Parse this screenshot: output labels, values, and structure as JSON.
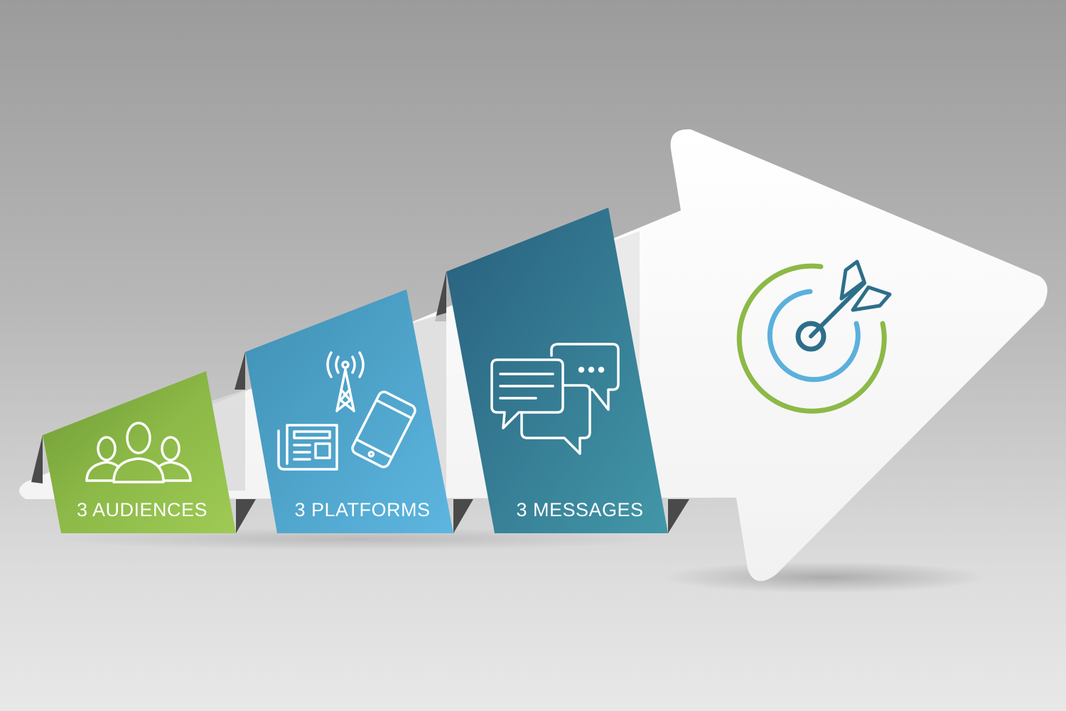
{
  "panels": [
    {
      "label": "3 AUDIENCES",
      "icon": "audience-group-icon",
      "color": "#8cb947"
    },
    {
      "label": "3 PLATFORMS",
      "icon": "media-platforms-icon",
      "color": "#4ea7cf"
    },
    {
      "label": "3 MESSAGES",
      "icon": "chat-bubbles-icon",
      "color": "#2f7894"
    }
  ],
  "goal": {
    "icon": "target-dart-icon"
  },
  "colors": {
    "green": "#8cb947",
    "light_blue": "#5bb0dc",
    "dark_teal": "#2d6e8a",
    "arrow": "#ffffff",
    "background": "#a8a8a8"
  }
}
